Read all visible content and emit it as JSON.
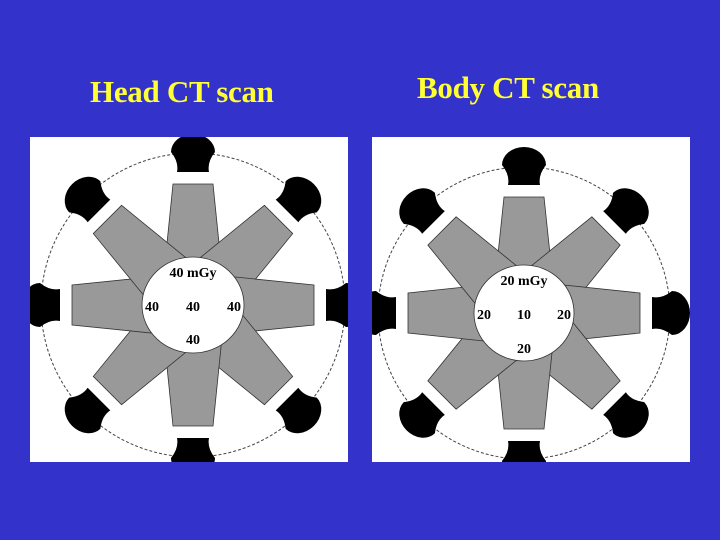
{
  "slide": {
    "background_color": "#3333CC",
    "title_color": "#FFFF33"
  },
  "panels": [
    {
      "id": "head",
      "title": "Head CT scan",
      "dose_top": "40 mGy",
      "dose_left": "40",
      "dose_center": "40",
      "dose_right": "40",
      "dose_bottom": "40"
    },
    {
      "id": "body",
      "title": "Body CT scan",
      "dose_top": "20 mGy",
      "dose_left": "20",
      "dose_center": "10",
      "dose_right": "20",
      "dose_bottom": "20"
    }
  ]
}
